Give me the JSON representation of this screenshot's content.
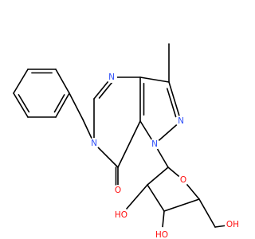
{
  "molecule": {
    "colors": {
      "bond": "#000000",
      "nitrogen": "#3050f8",
      "oxygen": "#ff0d0d",
      "carbon": "#000000"
    },
    "atom_labels": {
      "n_pyrimidine_top": "N",
      "n_benzyl": "N",
      "n_pyrazole_eq": "N",
      "n_pyrazole_sugar": "N",
      "o_carbonyl": "O",
      "o_ring": "O",
      "oh_2prime": "HO",
      "oh_3prime": "HO",
      "oh_5prime": "OH"
    }
  }
}
